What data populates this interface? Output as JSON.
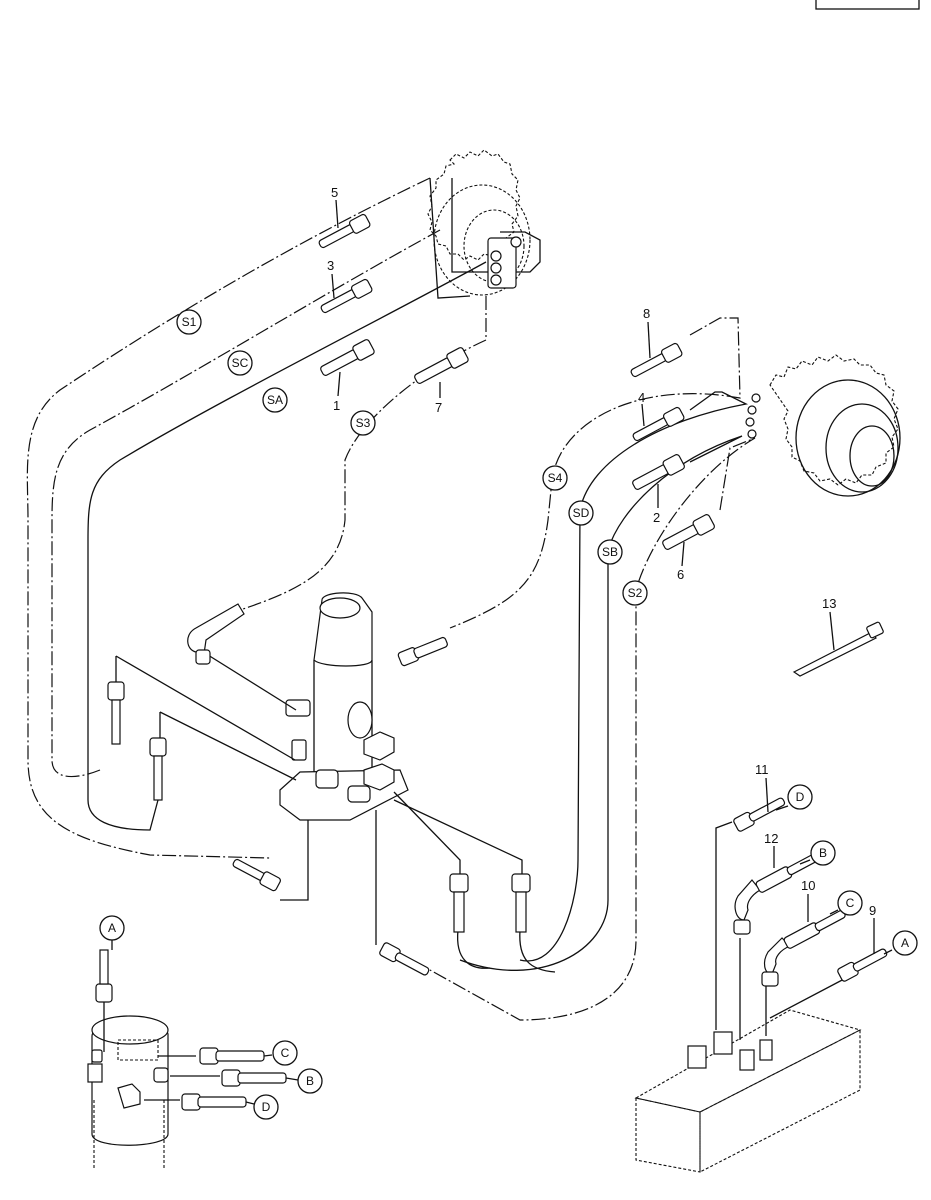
{
  "callouts": {
    "c1": "1",
    "c2": "2",
    "c3": "3",
    "c4": "4",
    "c5": "5",
    "c6": "6",
    "c7": "7",
    "c8": "8",
    "c9": "9",
    "c10": "10",
    "c11": "11",
    "c12": "12",
    "c13": "13"
  },
  "line_markers": {
    "s1": "S1",
    "sc": "SC",
    "sa": "SA",
    "s3": "S3",
    "s4": "S4",
    "sd": "SD",
    "sb": "SB",
    "s2": "S2"
  },
  "connection_letters": {
    "a_upper": "A",
    "d_right": "D",
    "b_right": "B",
    "c_right": "C",
    "a_right": "A",
    "a_left": "A",
    "c_left": "C",
    "b_left": "B",
    "d_left": "D"
  }
}
